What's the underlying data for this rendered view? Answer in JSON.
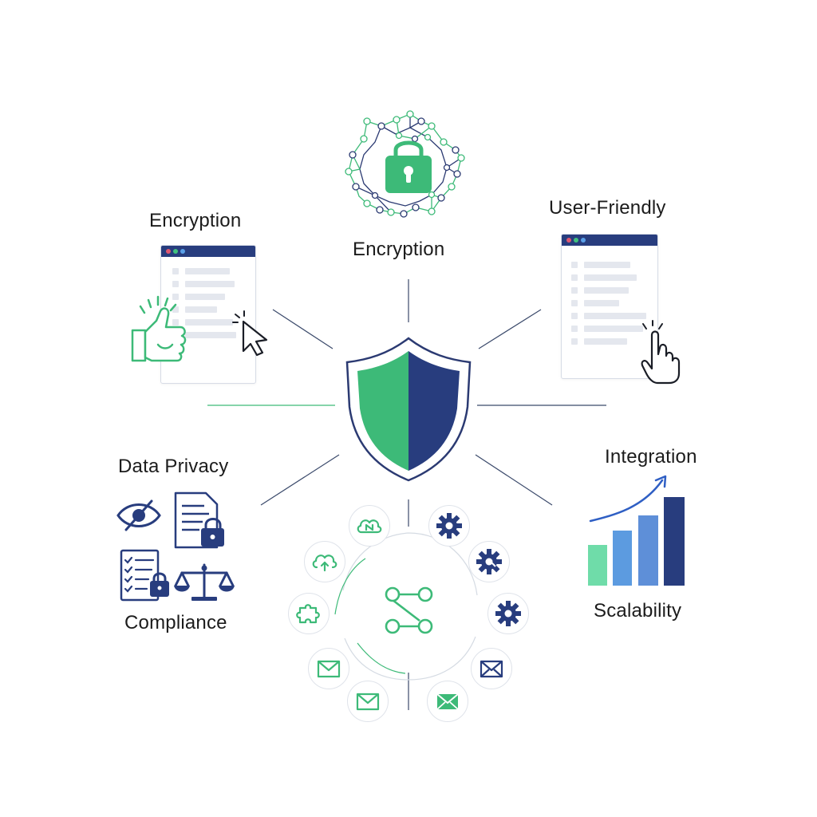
{
  "labels": {
    "encryption_top": "Encryption",
    "encryption_left": "Encryption",
    "user_friendly": "User-Friendly",
    "data_privacy": "Data Privacy",
    "compliance": "Compliance",
    "integration": "Integration",
    "scalability": "Scalability"
  },
  "icons": {
    "center": "shield-icon",
    "top": "padlock-network-icon",
    "top_left": [
      "browser-window-icon",
      "thumbs-up-icon",
      "cursor-arrow-icon"
    ],
    "top_right": [
      "browser-window-icon",
      "hand-pointer-icon"
    ],
    "bottom_left": [
      "eye-slash-icon",
      "locked-document-icon",
      "locked-checklist-icon",
      "scales-icon"
    ],
    "bottom_right": [
      "growth-bar-chart-icon",
      "trend-arrow-icon"
    ],
    "bottom_center": [
      "network-hub-icon",
      "cloud-sync-icon",
      "cloud-upload-icon",
      "puzzle-icon",
      "envelope-icon",
      "gear-icon"
    ]
  },
  "colors": {
    "green": "#3dba78",
    "navy": "#283d7e",
    "blue": "#2f4fa3",
    "light_blue": "#5c9be0",
    "mint": "#6fdca9",
    "line": "#3b4a6b"
  }
}
